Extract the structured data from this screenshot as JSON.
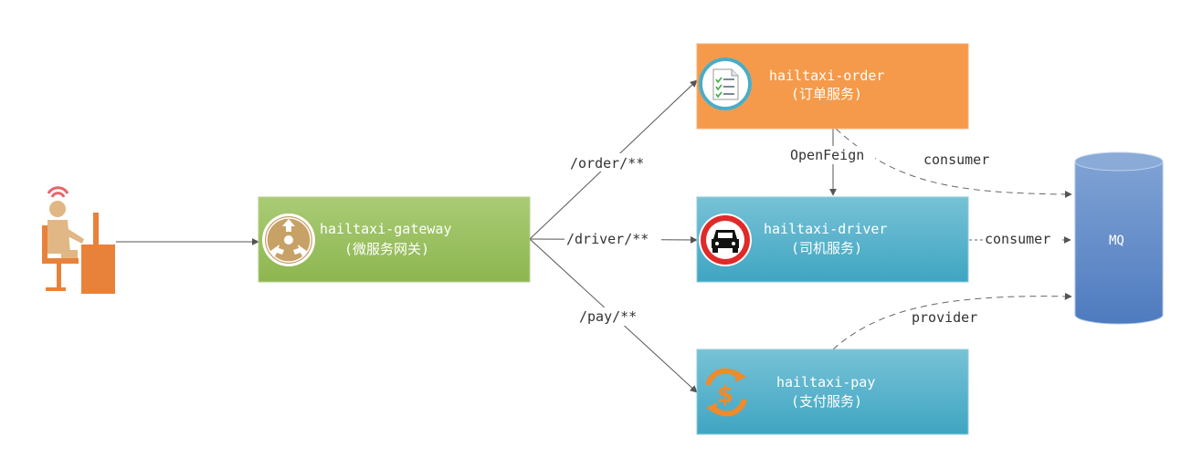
{
  "nodes": {
    "gateway": {
      "title": "hailtaxi-gateway",
      "subtitle": "(微服务网关)",
      "color": "#9BC05E"
    },
    "order": {
      "title": "hailtaxi-order",
      "subtitle": "(订单服务)",
      "color": "#F59A4A"
    },
    "driver": {
      "title": "hailtaxi-driver",
      "subtitle": "(司机服务)",
      "color": "#4BACC6"
    },
    "pay": {
      "title": "hailtaxi-pay",
      "subtitle": "(支付服务)",
      "color": "#4BACC6"
    },
    "mq": {
      "label": "MQ",
      "color": "#5B87C5"
    }
  },
  "edges": {
    "order_route": "/order/**",
    "driver_route": "/driver/**",
    "pay_route": "/pay/**",
    "openfeign": "OpenFeign",
    "order_mq": "consumer",
    "driver_mq": "consumer",
    "pay_mq": "provider"
  },
  "icons": {
    "user": "user-at-desk-icon",
    "gateway": "arrows-hub-icon",
    "order": "document-checklist-icon",
    "driver": "no-car-sign-icon",
    "pay": "dollar-cycle-icon"
  }
}
